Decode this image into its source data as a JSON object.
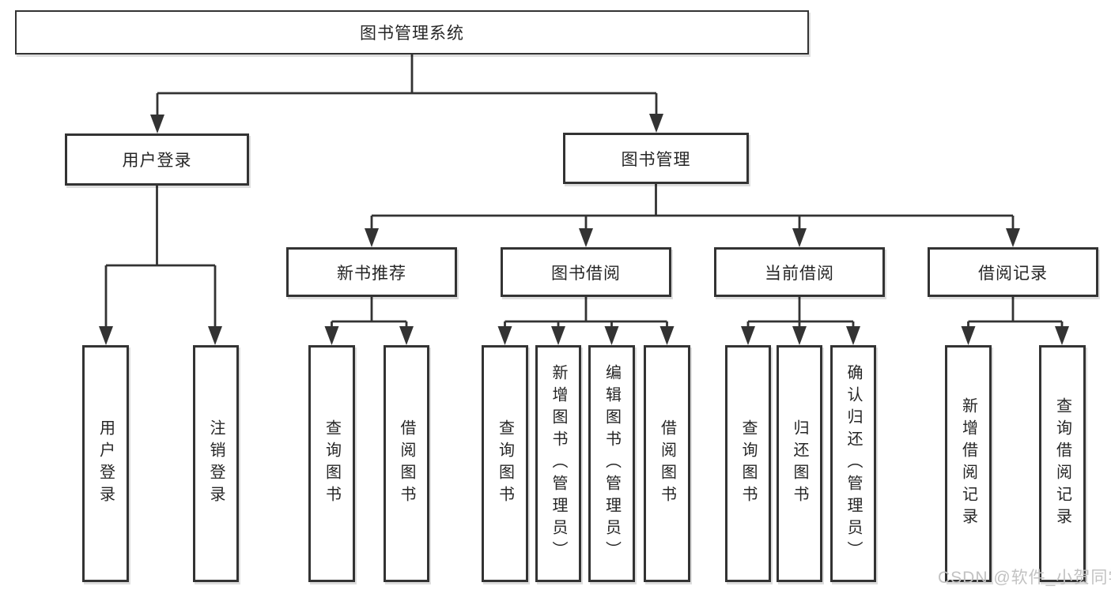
{
  "tree": {
    "root": "图书管理系统",
    "user_login": {
      "label": "用户登录",
      "children": [
        "用户登录",
        "注销登录"
      ]
    },
    "book_mgmt": {
      "label": "图书管理",
      "sections": [
        {
          "label": "新书推荐",
          "children": [
            "查询图书",
            "借阅图书"
          ]
        },
        {
          "label": "图书借阅",
          "children": [
            "查询图书",
            "新增图书（管理员）",
            "编辑图书（管理员）",
            "借阅图书"
          ]
        },
        {
          "label": "当前借阅",
          "children": [
            "查询图书",
            "归还图书",
            "确认归还（管理员）"
          ]
        },
        {
          "label": "借阅记录",
          "children": [
            "新增借阅记录",
            "查询借阅记录"
          ]
        }
      ]
    }
  },
  "watermark": "CSDN @软件_小贺同学",
  "colors": {
    "line": "#333333",
    "text": "#262626",
    "box_background": "#ffffff",
    "watermark": "#c2c2c2"
  }
}
